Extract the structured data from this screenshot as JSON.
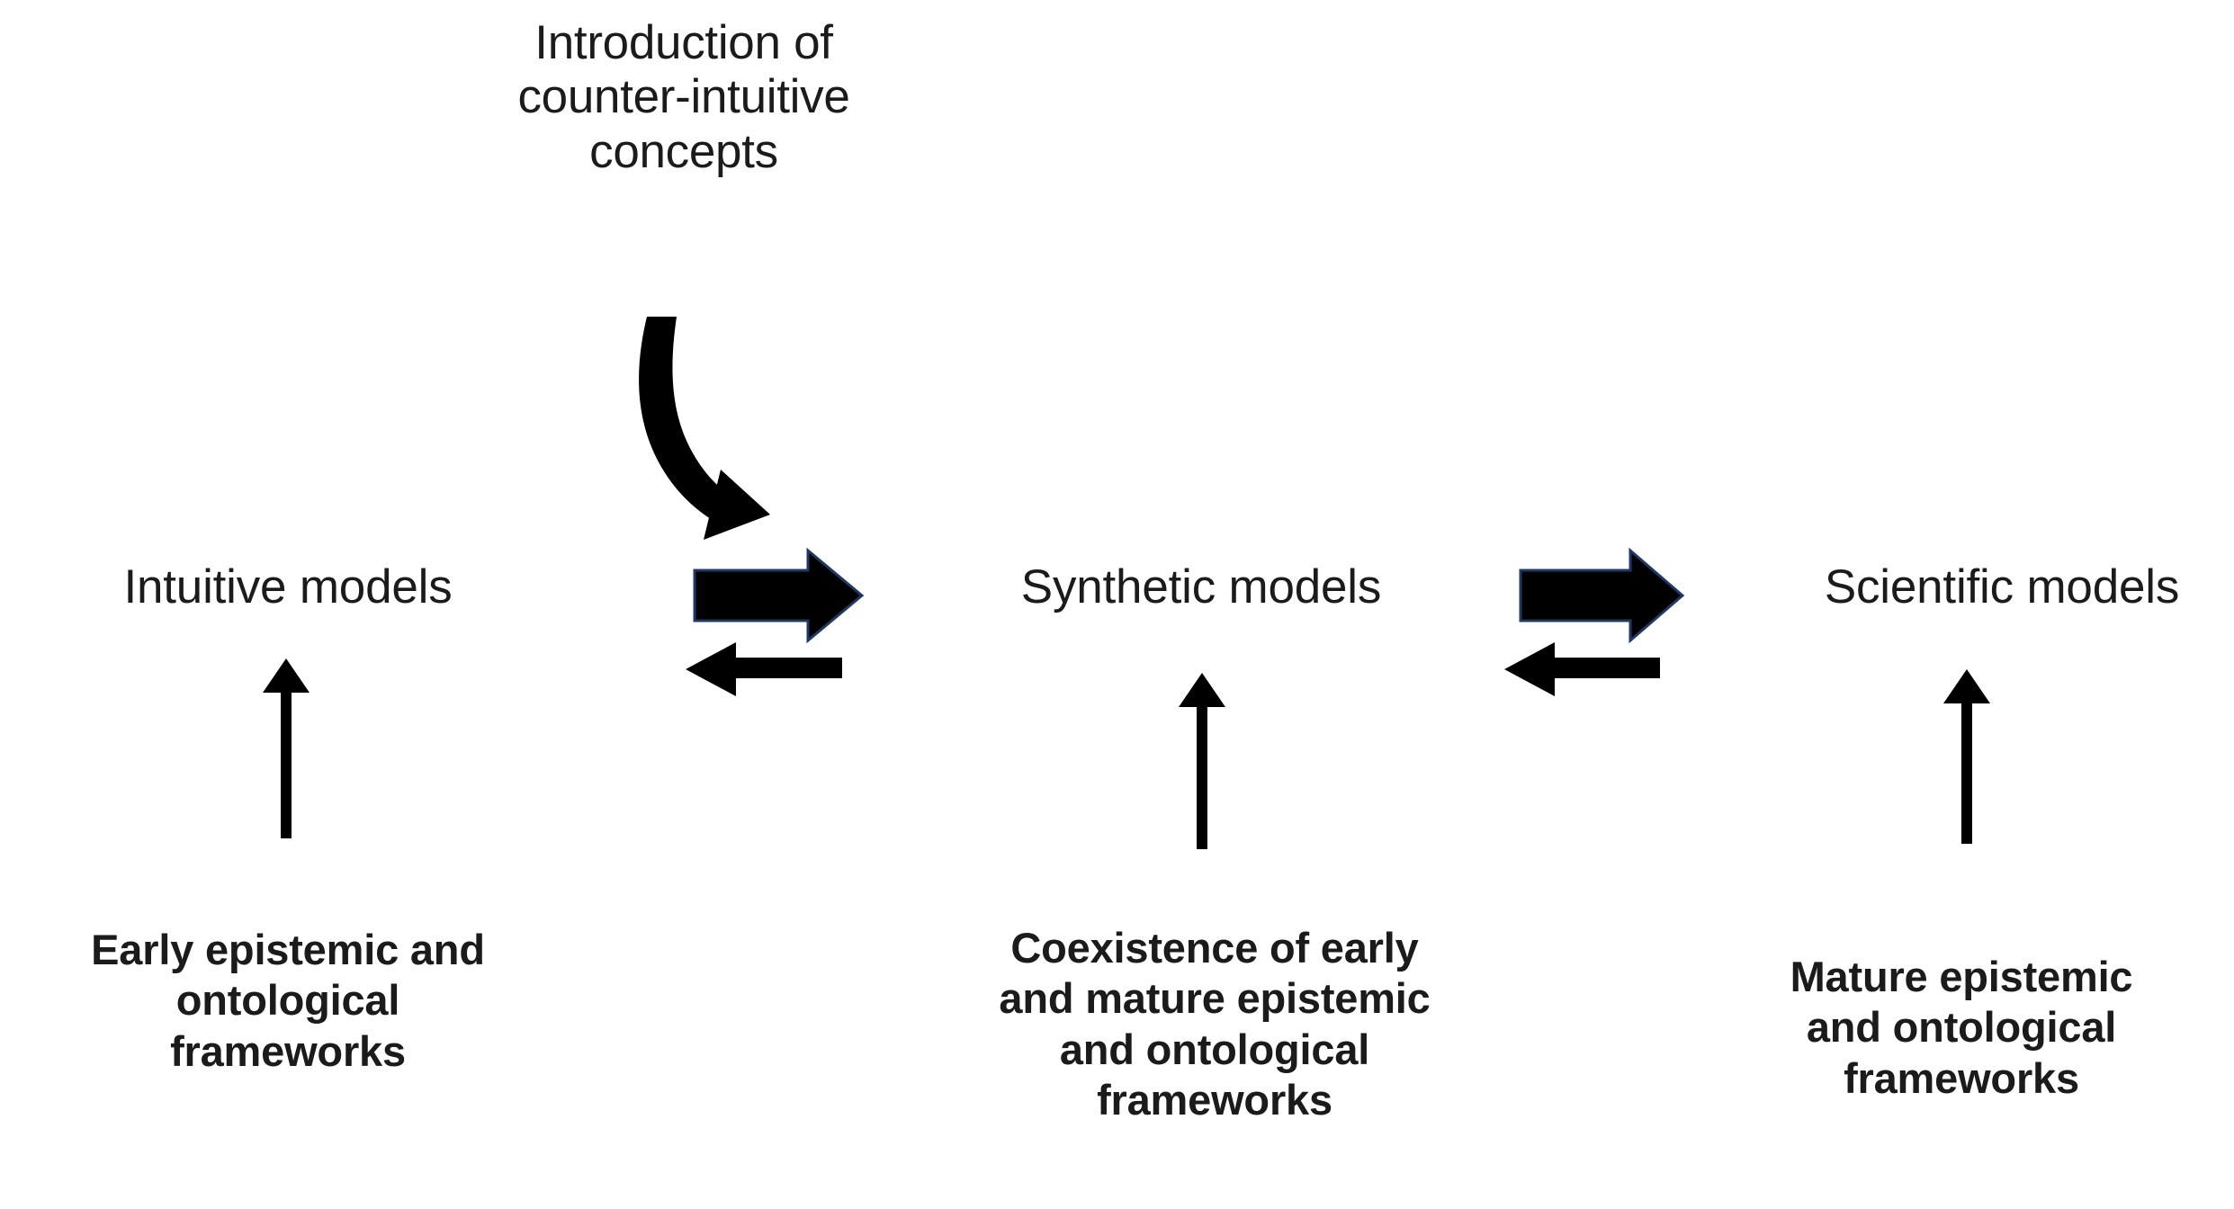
{
  "diagram": {
    "title_caption": "Introduction of\ncounter-intuitive\nconcepts",
    "stages": [
      {
        "label": "Intuitive models"
      },
      {
        "label": "Synthetic models"
      },
      {
        "label": "Scientific models"
      }
    ],
    "foundations": [
      {
        "caption": "Early epistemic and\nontological\nframeworks"
      },
      {
        "caption": "Coexistence of early\nand mature epistemic\nand ontological\nframeworks"
      },
      {
        "caption": "Mature epistemic\nand ontological\nframeworks"
      }
    ],
    "transitions": [
      {
        "forward_icon": "block-arrow-right-icon",
        "backward_icon": "thin-arrow-left-icon",
        "from": "Intuitive models",
        "to": "Synthetic models"
      },
      {
        "forward_icon": "block-arrow-right-icon",
        "backward_icon": "thin-arrow-left-icon",
        "from": "Synthetic models",
        "to": "Scientific models"
      }
    ],
    "driver_arrow_icon": "curved-arrow-down-right-icon",
    "foundation_arrow_icon": "arrow-up-icon",
    "colors": {
      "text": "#1b1b1b",
      "arrow_fill": "#000000",
      "block_arrow_outline": "#1f3864",
      "background": "#ffffff"
    }
  }
}
